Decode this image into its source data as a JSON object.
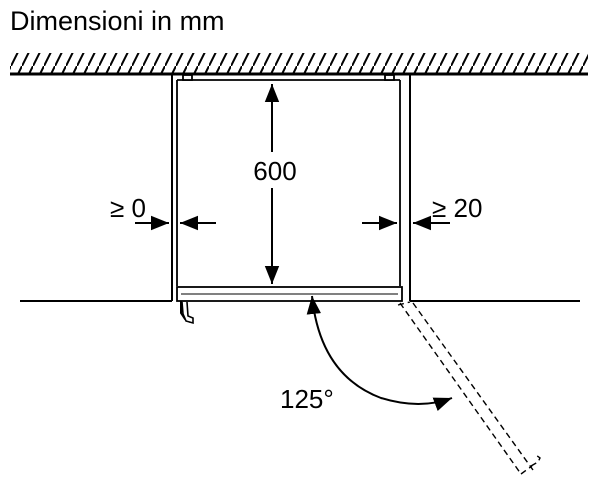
{
  "diagram": {
    "title": "Dimensioni in mm",
    "labels": {
      "height": "600",
      "left_gap": "≥ 0",
      "right_gap": "≥ 20",
      "door_angle": "125°"
    }
  }
}
